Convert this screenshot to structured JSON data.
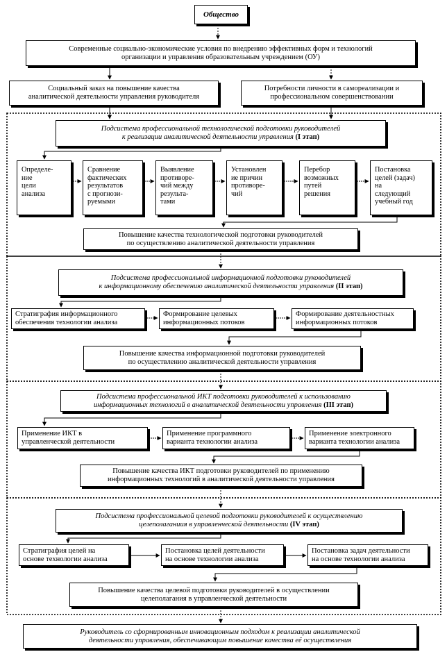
{
  "title": "Общество",
  "top": {
    "conditions": "Современные социально-экономические условия по внедрению эффективных форм и технологий\nорганизации и управления образовательным учреждением (ОУ)",
    "social_order": "Социальный заказ на повышение качества\nаналитической деятельности управления руководителя",
    "personal_needs": "Потребности личности в самореализации и\nпрофессиональном совершенствовании"
  },
  "stage1": {
    "header_text": "Подсистема профессиональной технологической подготовки руководителей\nк реализации аналитической деятельности управления",
    "header_stage": "(I этап)",
    "steps": [
      "Определе-\nние\nцели\nанализа",
      "Сравнение\nфактических\nрезультатов\nс прогнози-\nруемыми",
      "Выявление\nпротиворе-\nчий между\nрезульта-\nтами",
      "Установлен\nие причин\nпротиворе-\nчий",
      "Перебор\nвозможных\nпутей\nрешения",
      "Постановка\nцелей (задач)\nна\nследующий\nучебный год"
    ],
    "result": "Повышение качества технологической  подготовки руководителей\nпо осуществлению аналитической деятельности управления"
  },
  "stage2": {
    "header_text": "Подсистема профессиональной информационной подготовки руководителей\nк информационному обеспечению аналитической деятельности управления",
    "header_stage": "(II этап)",
    "steps": [
      "Стратиграфия информационного\nобеспечения технологии анализа",
      "Формирование целевых\nинформационных потоков",
      "Формирование деятельностных\nинформационных потоков"
    ],
    "result": "Повышение качества информационной  подготовки руководителей\nпо осуществлению аналитической деятельности управления"
  },
  "stage3": {
    "header_text": "Подсистема профессиональной ИКТ подготовки руководителей к использованию\nинформационных технологий  в аналитической деятельности управления",
    "header_stage": "(III этап)",
    "steps": [
      "Применение ИКТ в\nуправленческой деятельности",
      "Применение программного\nварианта технологии анализа",
      "Применение электронного\nварианта технологии анализа"
    ],
    "result": "Повышение качества ИКТ подготовки руководителей по применению\nинформационных технологий  в  аналитической деятельности управления"
  },
  "stage4": {
    "header_text": "Подсистема профессиональной целевой подготовки руководителей к осуществлению\nцелеполаганиия в управленческой деятельности",
    "header_stage": "(IV этап)",
    "steps": [
      "Стратиграфия целей на\nоснове технологии анализа",
      "Постановка целей деятельности\nна основе технологии анализа",
      "Постановка задач деятельности\nна основе технологии анализа"
    ],
    "result": "Повышение качества целевой  подготовки руководителей в осуществлении\nцелеполагания в управленческой деятельности"
  },
  "final": "Руководитель со сформированным инновационным подходом к реализации аналитической\nдеятельности управления, обеспечивающим повышение качества её осуществления"
}
